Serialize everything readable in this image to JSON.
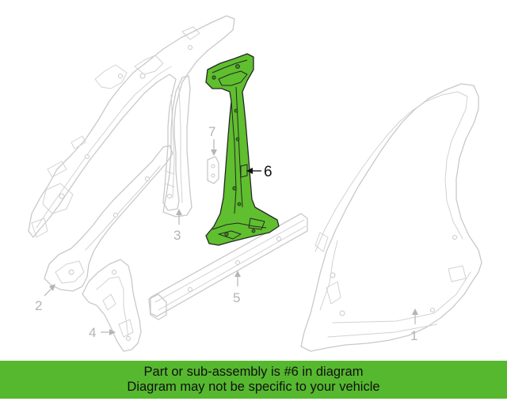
{
  "diagram": {
    "callouts": [
      {
        "id": "1",
        "label": "1"
      },
      {
        "id": "2",
        "label": "2"
      },
      {
        "id": "3",
        "label": "3"
      },
      {
        "id": "4",
        "label": "4"
      },
      {
        "id": "5",
        "label": "5"
      },
      {
        "id": "6",
        "label": "6"
      },
      {
        "id": "7",
        "label": "7"
      }
    ],
    "highlighted_part": "6",
    "highlight_color": "#5fbf2e",
    "outline_color": "#c9c9c9"
  },
  "banner": {
    "line1": "Part or sub-assembly is #6 in diagram",
    "line2": "Diagram may not be specific to your vehicle",
    "background": "#56b82f"
  }
}
